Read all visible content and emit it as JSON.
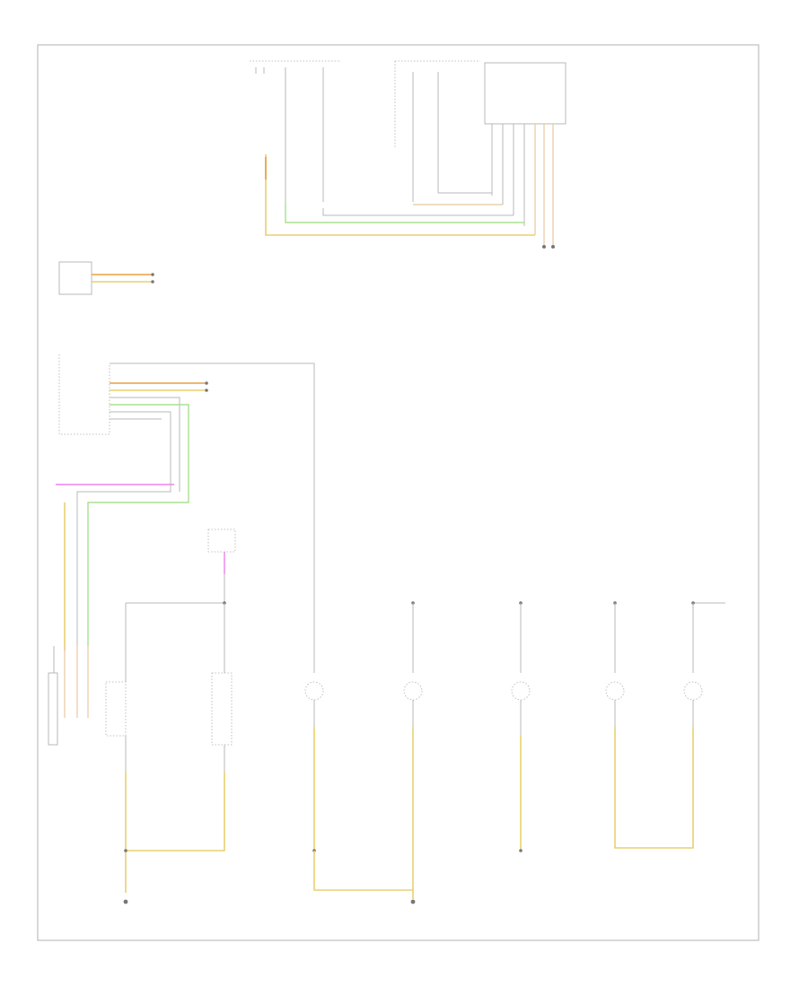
{
  "diagram": {
    "page_label": "",
    "top_components": [
      {
        "key": "left_fuse",
        "label": ""
      },
      {
        "key": "left_front_door_lamp_switch",
        "label": ""
      },
      {
        "key": "left_rear_door_switch",
        "label": ""
      },
      {
        "key": "left_front_door_control_module",
        "label": ""
      }
    ],
    "side_components": [
      {
        "key": "instrument_cluster",
        "label": ""
      },
      {
        "key": "central_control_module",
        "label": ""
      },
      {
        "key": "reading_switch",
        "label": ""
      }
    ],
    "lamps": [
      {
        "key": "reading_lamp_switch",
        "label": ""
      },
      {
        "key": "lamp_switch",
        "label": ""
      },
      {
        "key": "rear_lamp",
        "label": ""
      },
      {
        "key": "footwell_lamp_1",
        "label": ""
      },
      {
        "key": "footwell_lamp_2",
        "label": ""
      },
      {
        "key": "cargo_lamp_1",
        "label": ""
      },
      {
        "key": "cargo_lamp_2",
        "label": ""
      }
    ],
    "grounds": [
      {
        "key": "ground_left",
        "label": ""
      },
      {
        "key": "ground_center",
        "label": ""
      }
    ],
    "colors": {
      "yellow": "#e8d070",
      "orange": "#e8a040",
      "green": "#a8e090",
      "pink": "#f080f0",
      "tan": "#e8c8a0",
      "grey": "#b8b8b8"
    }
  }
}
